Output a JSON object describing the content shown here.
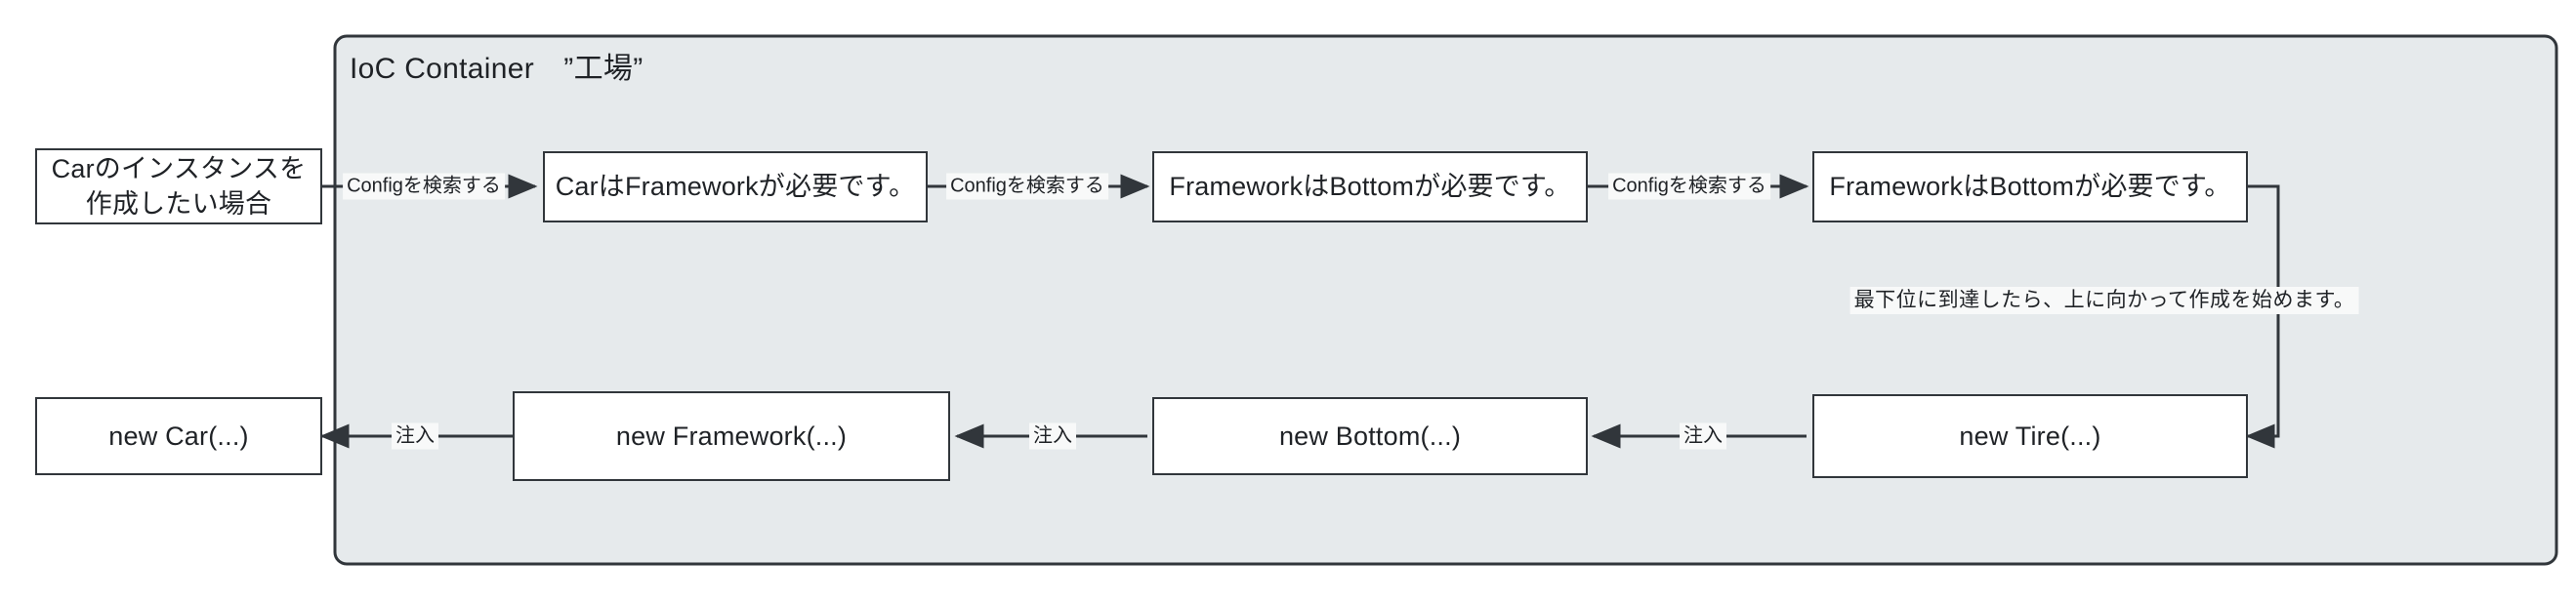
{
  "diagram": {
    "title": "IoC Container　”工場”",
    "background_color": "#ffffff",
    "container_fill": "#e6eaec",
    "container_stroke": "#31363b",
    "node_fill": "#ffffff",
    "node_stroke": "#31363b",
    "edge_stroke": "#31363b",
    "label_background": "#f8f9f9"
  },
  "container": {
    "label": "IoC Container　”工場”"
  },
  "nodes": {
    "entry": {
      "label": "Carのインスタンスを\n作成したい場合"
    },
    "resolve": [
      {
        "label": "CarはFrameworkが必要です。"
      },
      {
        "label": "FrameworkはBottomが必要です。"
      },
      {
        "label": "FrameworkはBottomが必要です。"
      }
    ],
    "create": [
      {
        "label": "new Car(...)"
      },
      {
        "label": "new Framework(...)"
      },
      {
        "label": "new Bottom(...)"
      },
      {
        "label": "new Tire(...)"
      }
    ]
  },
  "edges": {
    "resolve_labels": [
      "Configを検索する",
      "Configを検索する",
      "Configを検索する"
    ],
    "inject_labels": [
      "注入",
      "注入",
      "注入"
    ],
    "turnaround_note": "最下位に到達したら、上に向かって作成を始めます。"
  }
}
